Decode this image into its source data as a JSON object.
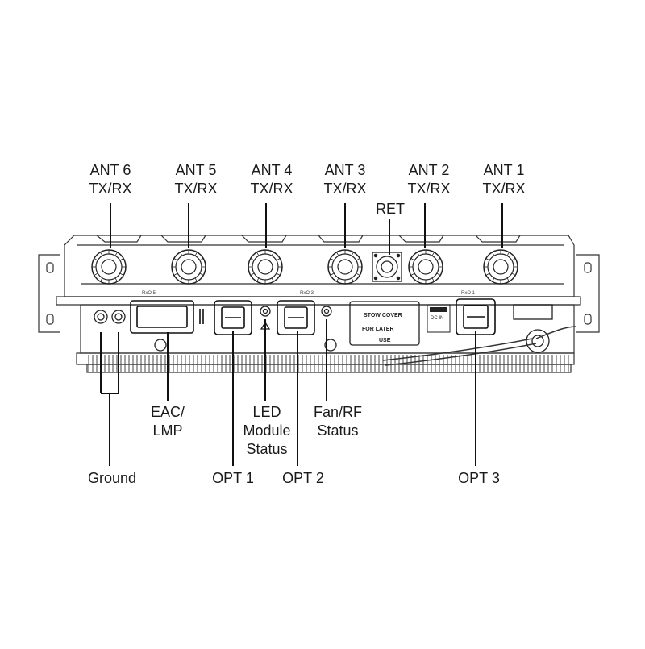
{
  "labels": {
    "ant6": [
      "ANT 6",
      "TX/RX"
    ],
    "ant5": [
      "ANT 5",
      "TX/RX"
    ],
    "ant4": [
      "ANT 4",
      "TX/RX"
    ],
    "ant3": [
      "ANT 3",
      "TX/RX"
    ],
    "ant2": [
      "ANT 2",
      "TX/RX"
    ],
    "ant1": [
      "ANT 1",
      "TX/RX"
    ],
    "ret": "RET",
    "eac": [
      "EAC/",
      "LMP"
    ],
    "led": [
      "LED",
      "Module",
      "Status"
    ],
    "fan": [
      "Fan/RF",
      "Status"
    ],
    "ground": "Ground",
    "opt1": "OPT 1",
    "opt2": "OPT 2",
    "opt3": "OPT 3"
  },
  "panel_markings": {
    "rxo_left": "RxO 5",
    "rxo_mid": "RxO 3",
    "rxo_right": "RxO 1",
    "stow_cover": "STOW COVER",
    "for_later_use": "FOR LATER",
    "use": "USE",
    "dc_in": "DC IN"
  }
}
